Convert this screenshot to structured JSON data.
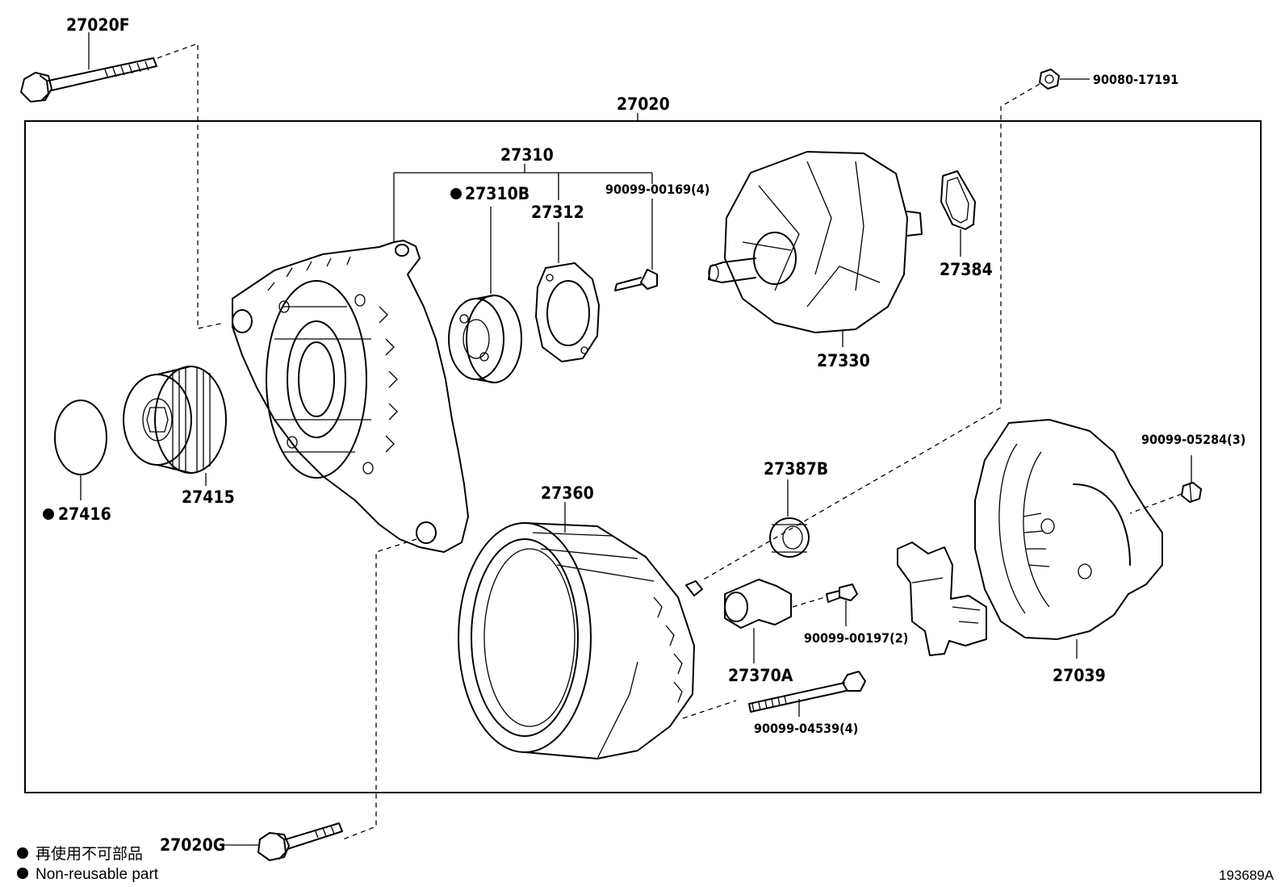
{
  "parts": {
    "p27020": "27020",
    "p27020F": "27020F",
    "p27020G": "27020G",
    "p90080_17191": "90080-17191",
    "p27310": "27310",
    "p27310B": "27310B",
    "p27312": "27312",
    "p90099_00169": "90099-00169(4)",
    "p27384": "27384",
    "p27330": "27330",
    "p27416": "27416",
    "p27415": "27415",
    "p27360": "27360",
    "p27387B": "27387B",
    "p90099_05284": "90099-05284(3)",
    "p27370A": "27370A",
    "p90099_00197": "90099-00197(2)",
    "p27039": "27039",
    "p90099_04539": "90099-04539(4)"
  },
  "legend": {
    "line1": "再使用不可部品",
    "line2": "Non-reusable part"
  },
  "diagram_code": "193689A"
}
